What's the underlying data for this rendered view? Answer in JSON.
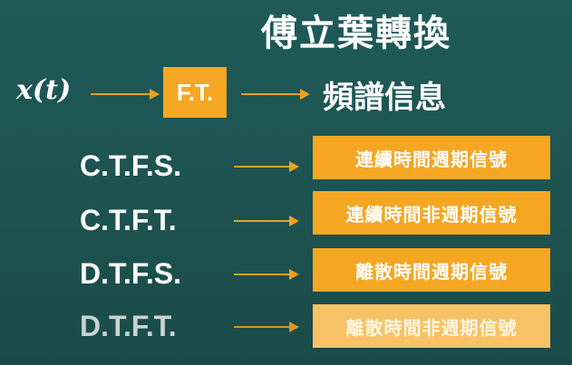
{
  "title": "傅立葉轉換",
  "top_row": {
    "input_label": "x(t)",
    "box_label": "F.T.",
    "output_label": "頻譜信息"
  },
  "rows": [
    {
      "abbr": "C.T.F.S.",
      "description": "連續時間週期信號"
    },
    {
      "abbr": "C.T.F.T.",
      "description": "連續時間非週期信號"
    },
    {
      "abbr": "D.T.F.S.",
      "description": "離散時間週期信號"
    },
    {
      "abbr": "D.T.F.T.",
      "description": "離散時間非週期信號"
    }
  ],
  "colors": {
    "background": "#1f5a58",
    "accent": "#f5a623",
    "arrow": "#f0a020",
    "text": "#ffffff"
  }
}
